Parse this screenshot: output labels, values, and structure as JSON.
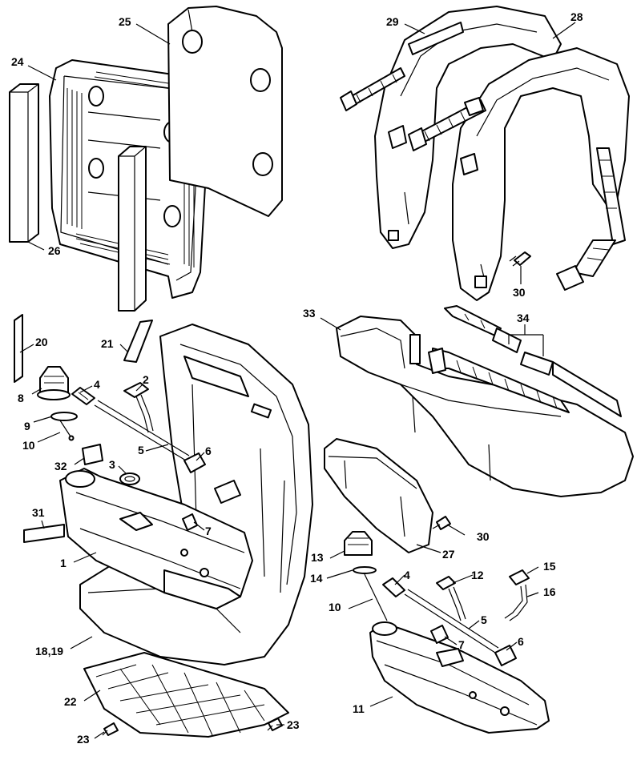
{
  "callouts": {
    "c1": "1",
    "c2": "2",
    "c3": "3",
    "c4a": "4",
    "c4b": "4",
    "c5a": "5",
    "c5b": "5",
    "c6a": "6",
    "c6b": "6",
    "c7a": "7",
    "c7b": "7",
    "c8": "8",
    "c9": "9",
    "c10a": "10",
    "c10b": "10",
    "c11": "11",
    "c12": "12",
    "c13": "13",
    "c14": "14",
    "c15": "15",
    "c16": "16",
    "c18_19": "18,19",
    "c20": "20",
    "c21": "21",
    "c22": "22",
    "c23a": "23",
    "c23b": "23",
    "c24": "24",
    "c25": "25",
    "c26": "26",
    "c27": "27",
    "c28": "28",
    "c29": "29",
    "c30a": "30",
    "c30b": "30",
    "c31": "31",
    "c32": "32",
    "c33": "33",
    "c34": "34"
  }
}
